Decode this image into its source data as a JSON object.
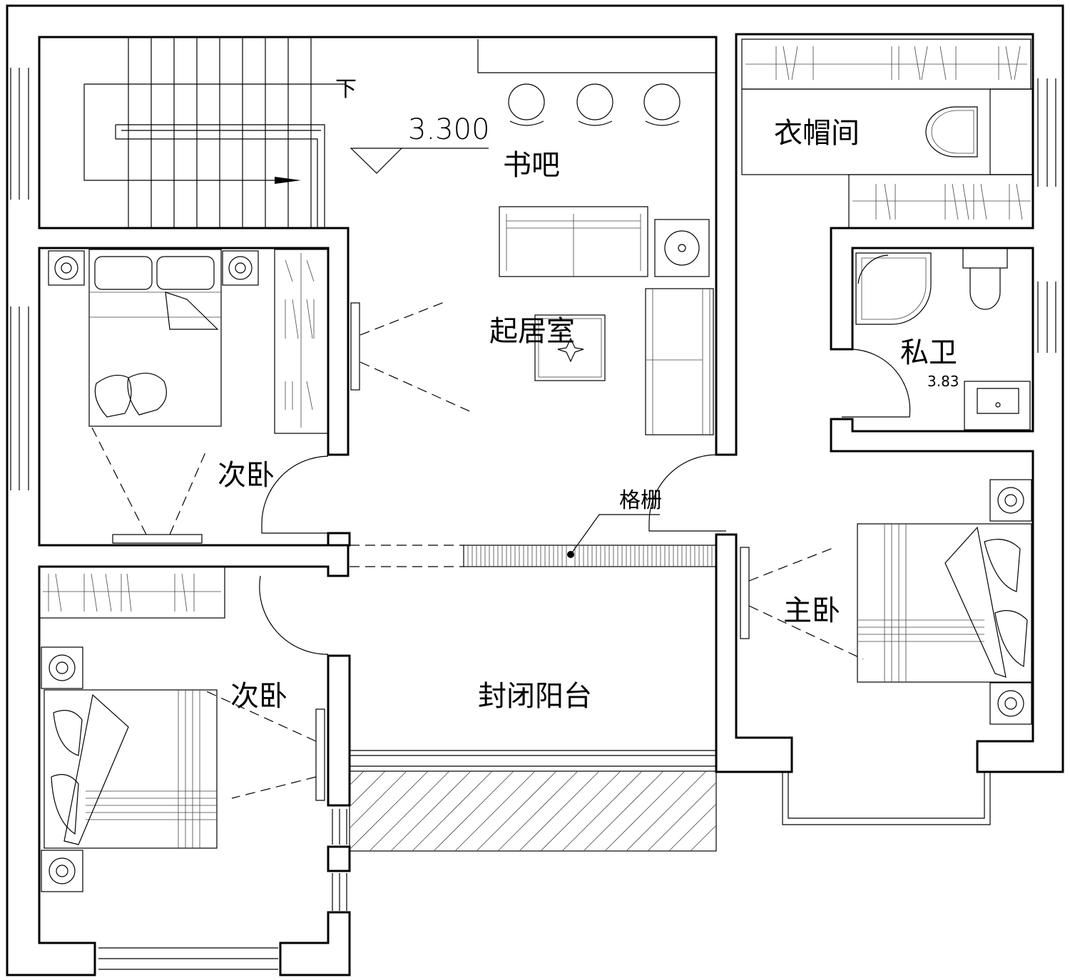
{
  "rooms": {
    "study_bar": "书吧",
    "living_room": "起居室",
    "secondary_bedroom_top": "次卧",
    "secondary_bedroom_bottom": "次卧",
    "closed_balcony": "封闭阳台",
    "master_bedroom": "主卧",
    "cloakroom": "衣帽间",
    "private_bathroom": "私卫"
  },
  "annotations": {
    "stair_down": "下",
    "elevation": "3.300",
    "grille": "格栅",
    "bath_value": "3.83"
  }
}
